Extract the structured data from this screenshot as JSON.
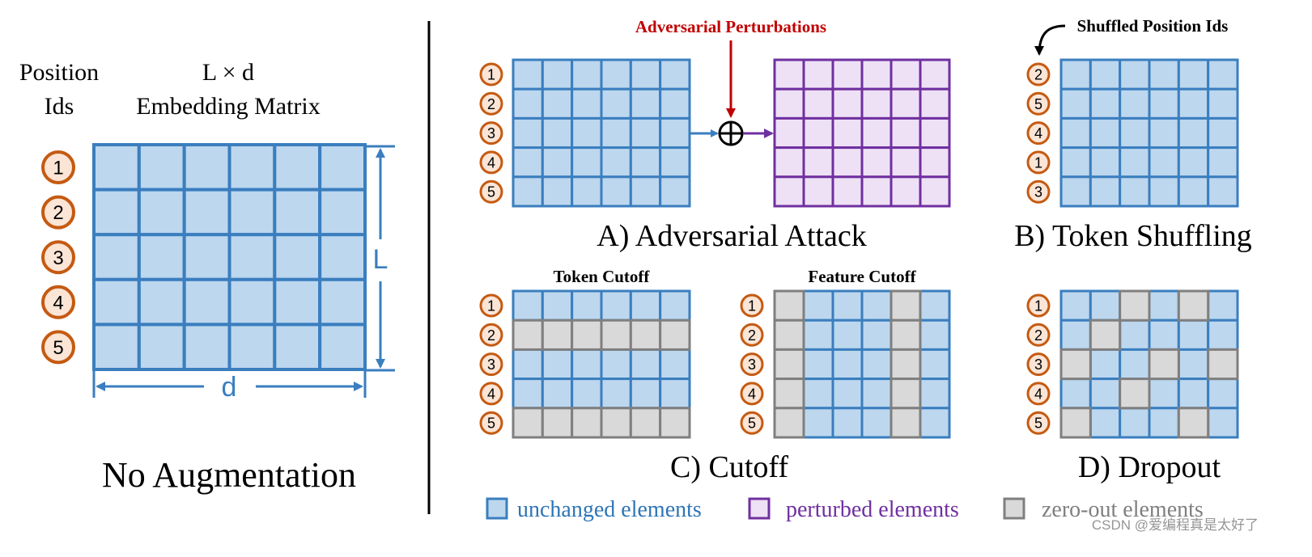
{
  "left_panel": {
    "position_ids_line1": "Position",
    "position_ids_line2": "Ids",
    "matrix_label_line1": "L × d",
    "matrix_label_line2": "Embedding Matrix",
    "dim_L": "L",
    "dim_d": "d",
    "title": "No Augmentation",
    "ids": [
      "1",
      "2",
      "3",
      "4",
      "5"
    ]
  },
  "panel_a": {
    "title": "A) Adversarial Attack",
    "annotation": "Adversarial Perturbations",
    "ids": [
      "1",
      "2",
      "3",
      "4",
      "5"
    ]
  },
  "panel_b": {
    "title": "B) Token Shuffling",
    "annotation": "Shuffled Position Ids",
    "ids": [
      "2",
      "5",
      "4",
      "1",
      "3"
    ]
  },
  "panel_c": {
    "title": "C) Cutoff",
    "token_label": "Token Cutoff",
    "feature_label": "Feature Cutoff",
    "ids": [
      "1",
      "2",
      "3",
      "4",
      "5"
    ]
  },
  "panel_d": {
    "title": "D) Dropout",
    "ids": [
      "1",
      "2",
      "3",
      "4",
      "5"
    ]
  },
  "legend": {
    "unchanged": "unchanged elements",
    "perturbed": "perturbed elements",
    "zero_out": "zero-out elements"
  },
  "watermark": "CSDN @爱编程真是太好了",
  "colors": {
    "blue_stroke": "#3a7ebf",
    "blue_fill": "#bdd7ee",
    "purple_stroke": "#7030a0",
    "purple_fill": "#eee1f6",
    "gray_stroke": "#7f7f7f",
    "gray_fill": "#d9d9d9",
    "orange_stroke": "#c55a11",
    "orange_fill": "#fbe5d6",
    "red": "#c00000",
    "legend_blue_text": "#2e75b6",
    "legend_purple_text": "#7030a0",
    "legend_gray_text": "#7f7f7f"
  },
  "grids": {
    "token_cutoff_zero_rows": [
      1,
      4
    ],
    "feature_cutoff_zero_cols": [
      0,
      4
    ],
    "dropout_zero_cells": [
      [
        0,
        2
      ],
      [
        0,
        4
      ],
      [
        1,
        1
      ],
      [
        2,
        0
      ],
      [
        2,
        3
      ],
      [
        2,
        5
      ],
      [
        3,
        2
      ],
      [
        4,
        0
      ],
      [
        4,
        4
      ]
    ]
  }
}
